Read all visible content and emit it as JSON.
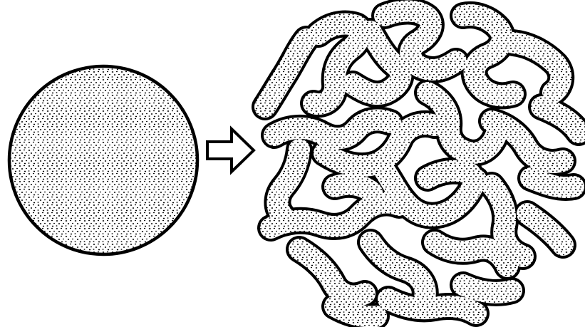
{
  "diagram": {
    "panels": [
      {
        "shape": "solid-circle",
        "fill_pattern": "stipple"
      },
      {
        "shape": "branched-porous-sphere",
        "fill_pattern": "stipple"
      }
    ],
    "connector": {
      "shape": "hollow-arrow",
      "direction": "right"
    },
    "colors": {
      "ink": "#000000",
      "background": "#ffffff"
    }
  }
}
